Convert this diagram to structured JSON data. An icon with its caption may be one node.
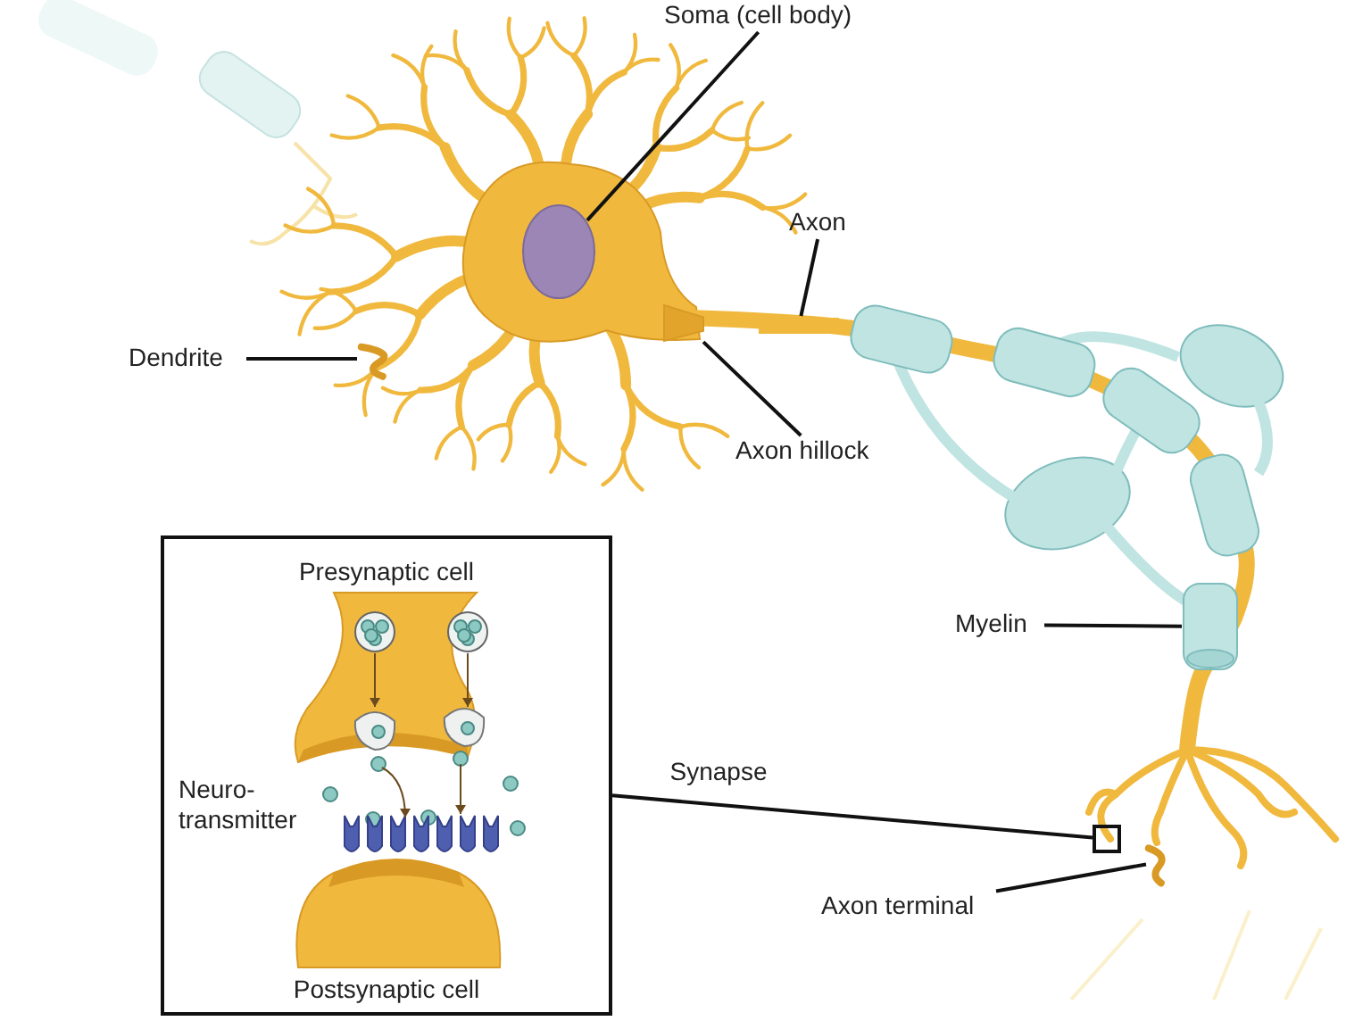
{
  "diagram": {
    "nodes": [
      {
        "text": [
          "Soma (cell body)"
        ]
      },
      {
        "text": [],
        "shape": "circle"
      },
      {
        "text": [
          "Axon"
        ]
      },
      {
        "text": [],
        "shape": "bar"
      },
      {
        "text": [
          "Dendrite"
        ]
      },
      {
        "text": [],
        "shape": "picture"
      },
      {
        "text": [
          "Axon hillock"
        ]
      },
      {
        "text": [],
        "shape": "cone"
      },
      {
        "text": [
          "Myelin"
        ]
      },
      {
        "text": [],
        "shape": "cylinder"
      },
      {
        "text": [],
        "shape": "box"
      },
      {
        "text": [
          "Presynaptic cell",
          "Neuro-transmitter",
          "Postsynaptic cell"
        ]
      },
      {
        "text": [
          "Axon terminal"
        ]
      },
      {
        "text": [],
        "shape": "picture"
      }
    ],
    "edges": [
      {
        "from": 0,
        "to": 1,
        "arrow": "none"
      },
      {
        "from": 2,
        "to": 3,
        "arrow": "none"
      },
      {
        "from": 4,
        "to": 5,
        "arrow": "none"
      },
      {
        "from": 6,
        "to": 7,
        "arrow": "none"
      },
      {
        "from": 8,
        "to": 9,
        "arrow": "none"
      },
      {
        "from": 11,
        "to": 10,
        "arrow": "none",
        "label": "Synapse"
      },
      {
        "from": 12,
        "to": 13,
        "arrow": "none"
      }
    ]
  }
}
